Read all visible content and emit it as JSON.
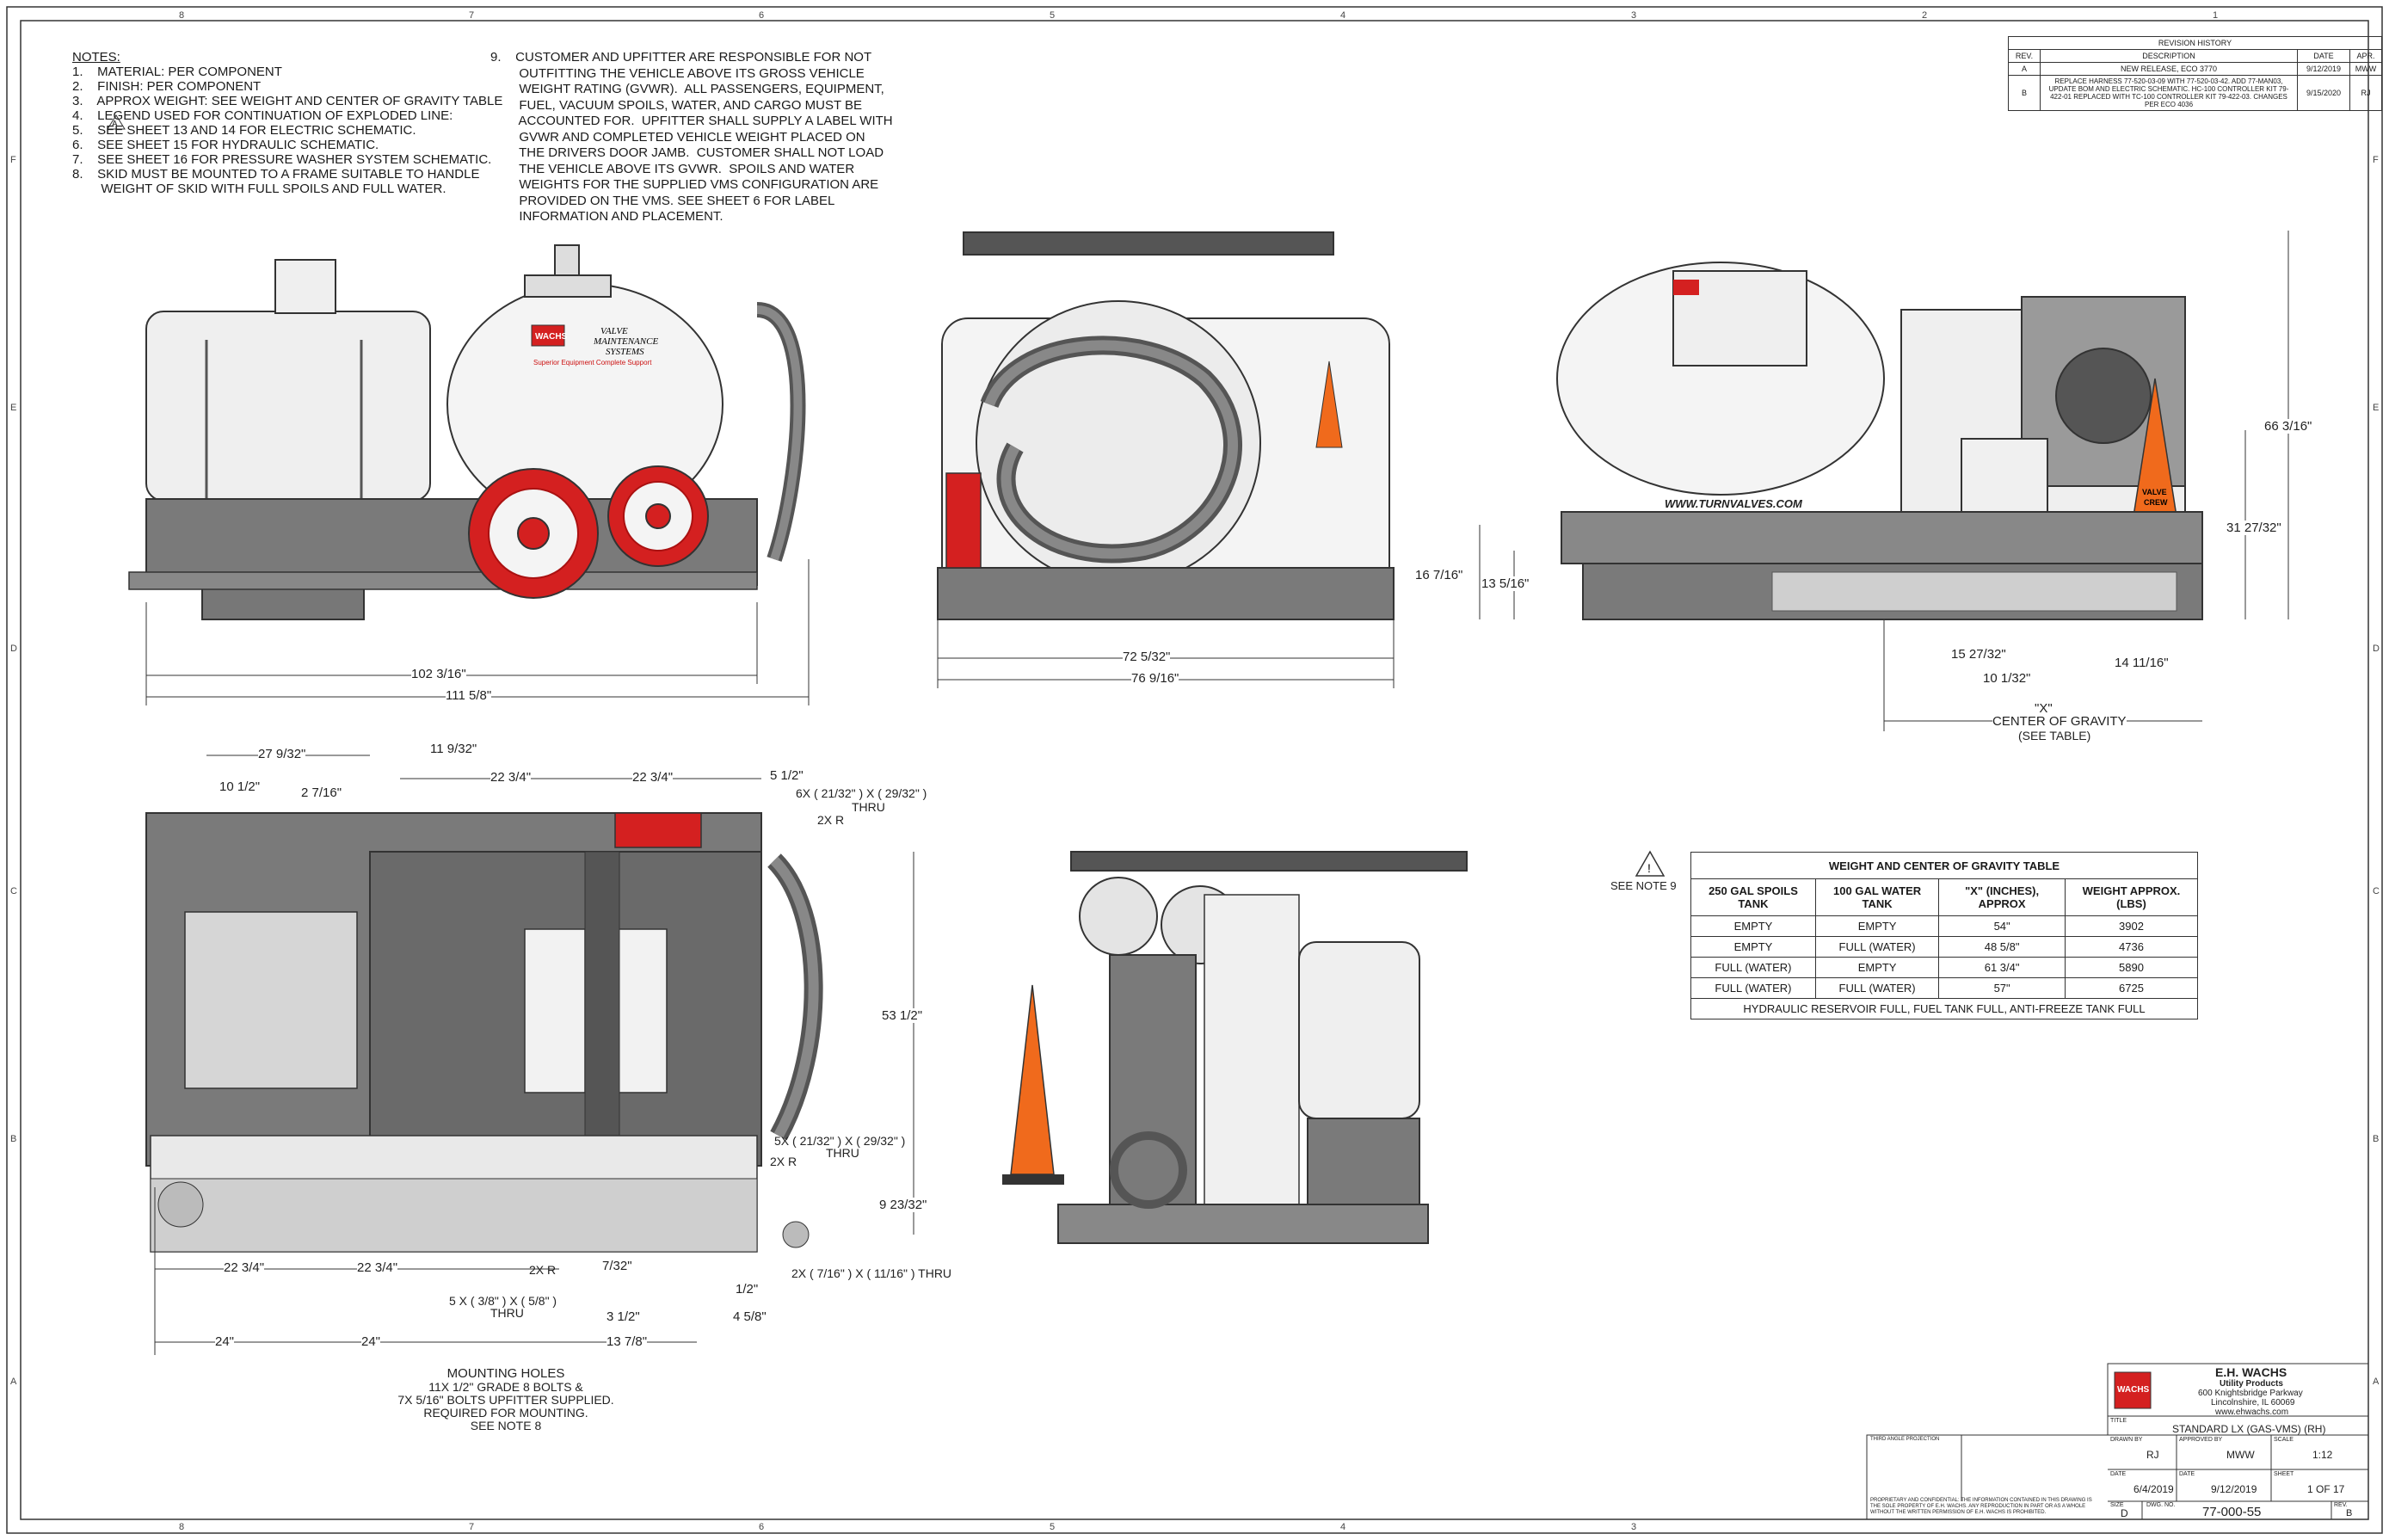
{
  "notes": {
    "heading": "NOTES:",
    "items": [
      "1.    MATERIAL: PER COMPONENT",
      "2.    FINISH: PER COMPONENT",
      "3.    APPROX WEIGHT: SEE WEIGHT AND CENTER OF GRAVITY TABLE",
      "4.    LEGEND USED FOR CONTINUATION OF EXPLODED LINE:",
      "",
      "5.    SEE SHEET 13 AND 14 FOR ELECTRIC SCHEMATIC.",
      "6.    SEE SHEET 15 FOR HYDRAULIC SCHEMATIC.",
      "7.    SEE SHEET 16 FOR PRESSURE WASHER SYSTEM SCHEMATIC.",
      "8.    SKID MUST BE MOUNTED TO A FRAME SUITABLE TO HANDLE",
      "        WEIGHT OF SKID WITH FULL SPOILS AND FULL WATER."
    ],
    "legend_symbol": "A",
    "note9_lines": [
      "9.    CUSTOMER AND UPFITTER ARE RESPONSIBLE FOR NOT",
      "        OUTFITTING THE VEHICLE ABOVE ITS GROSS VEHICLE",
      "        WEIGHT RATING (GVWR).  ALL PASSENGERS, EQUIPMENT,",
      "        FUEL, VACUUM SPOILS, WATER, AND CARGO MUST BE",
      "        ACCOUNTED FOR.  UPFITTER SHALL SUPPLY A LABEL WITH",
      "        GVWR AND COMPLETED VEHICLE WEIGHT PLACED ON",
      "        THE DRIVERS DOOR JAMB.  CUSTOMER SHALL NOT LOAD",
      "        THE VEHICLE ABOVE ITS GVWR.  SPOILS AND WATER",
      "        WEIGHTS FOR THE SUPPLIED VMS CONFIGURATION ARE",
      "        PROVIDED ON THE VMS. SEE SHEET 6 FOR LABEL",
      "        INFORMATION AND PLACEMENT."
    ]
  },
  "revision": {
    "title": "REVISION HISTORY",
    "headers": [
      "REV.",
      "DESCRIPTION",
      "DATE",
      "APR."
    ],
    "rows": [
      [
        "A",
        "NEW RELEASE, ECO 3770",
        "9/12/2019",
        "MWW"
      ],
      [
        "B",
        "REPLACE HARNESS 77-520-03-09 WITH 77-520-03-42. ADD 77-MAN03, UPDATE BOM AND ELECTRIC SCHEMATIC. HC-100 CONTROLLER KIT 79-422-01 REPLACED WITH TC-100 CONTROLLER KIT 79-422-03.  CHANGES PER ECO 4036",
        "9/15/2020",
        "RJ"
      ]
    ]
  },
  "views": {
    "side_left": {
      "logo": "WACHS",
      "brand_lines": [
        "VALVE",
        "MAINTENANCE",
        "SYSTEMS"
      ],
      "tagline": "Superior Equipment  Complete Support",
      "dims": [
        "102 3/16\"",
        "111 5/8\""
      ]
    },
    "rear": {
      "dims": [
        "72 5/32\"",
        "76 9/16\""
      ]
    },
    "side_right": {
      "url": "WWW.TURNVALVES.COM",
      "cone_text": [
        "VALVE",
        "CREW"
      ],
      "dims": [
        "66 3/16\"",
        "31 27/32\"",
        "16 7/16\"",
        "13 5/16\"",
        "15 27/32\"",
        "10 1/32\"",
        "14 11/16\""
      ],
      "x_label": "\"X\"",
      "cog_label": "CENTER OF GRAVITY",
      "cog_sub": "(SEE TABLE)"
    },
    "top": {
      "dims_top": [
        "27 9/32\"",
        "11 9/32\"",
        "22 3/4\"",
        "22 3/4\"",
        "5 1/2\"",
        "10 1/2\"",
        "2 7/16\""
      ],
      "dims_side": [
        "53 1/2\"",
        "9 23/32\""
      ],
      "dims_bottom": [
        "22 3/4\"",
        "22 3/4\"",
        "7/32\"",
        "1/2\"",
        "3 1/2\"",
        "4 5/8\"",
        "24\"",
        "24\"",
        "13 7/8\""
      ],
      "callouts": [
        "6X ( 21/32\" ) X ( 29/32\" )",
        "THRU",
        "2X R",
        "5X ( 21/32\" ) X ( 29/32\" )",
        "2X R",
        "THRU",
        "2X ( 7/16\" ) X ( 11/16\" ) THRU",
        "2X R",
        "5 X ( 3/8\" ) X ( 5/8\" )",
        "THRU"
      ],
      "mounting_lines": [
        "MOUNTING HOLES",
        "11X 1/2\" GRADE 8 BOLTS &",
        "7X 5/16\" BOLTS UPFITTER SUPPLIED.",
        "REQUIRED FOR MOUNTING.",
        "SEE NOTE 8"
      ]
    },
    "see_note": "SEE NOTE 9"
  },
  "cog_table": {
    "title": "WEIGHT AND CENTER OF GRAVITY TABLE",
    "headers": [
      "250 GAL SPOILS TANK",
      "100 GAL WATER TANK",
      "\"X\" (INCHES), APPROX",
      "WEIGHT APPROX. (LBS)"
    ],
    "rows": [
      [
        "EMPTY",
        "EMPTY",
        "54\"",
        "3902"
      ],
      [
        "EMPTY",
        "FULL (WATER)",
        "48 5/8\"",
        "4736"
      ],
      [
        "FULL (WATER)",
        "EMPTY",
        "61 3/4\"",
        "5890"
      ],
      [
        "FULL (WATER)",
        "FULL (WATER)",
        "57\"",
        "6725"
      ]
    ],
    "footer": "HYDRAULIC RESERVOIR FULL, FUEL TANK FULL, ANTI-FREEZE TANK FULL"
  },
  "title_block": {
    "logo": "WACHS",
    "company": "E.H. WACHS",
    "company_sub": "Utility Products",
    "address1": "600 Knightsbridge Parkway",
    "address2": "Lincolnshire, IL 60069",
    "website": "www.ehwachs.com",
    "title_label": "TITLE",
    "title": "STANDARD LX (GAS-VMS) (RH)",
    "drawn_by_label": "DRAWN BY",
    "drawn_by": "RJ",
    "approved_by_label": "APPROVED BY",
    "approved_by": "MWW",
    "scale_label": "SCALE",
    "scale": "1:12",
    "date_label": "DATE",
    "date1": "6/4/2019",
    "date2": "9/12/2019",
    "sheet_label": "SHEET",
    "sheet": "1 OF 17",
    "size_label": "SIZE",
    "size": "D",
    "dwg_label": "DWG. NO.",
    "dwg_no": "77-000-55",
    "rev_label": "REV.",
    "rev": "B",
    "projection": "THIRD ANGLE PROJECTION",
    "proprietary": "PROPRIETARY AND CONFIDENTIAL: THE INFORMATION CONTAINED IN THIS DRAWING IS THE SOLE PROPERTY OF E.H. WACHS. ANY REPRODUCTION IN PART OR AS A WHOLE WITHOUT THE WRITTEN PERMISSION OF E.H. WACHS  IS PROHIBITED."
  },
  "zones": {
    "columns": [
      "8",
      "7",
      "6",
      "5",
      "4",
      "3",
      "2",
      "1"
    ],
    "rows": [
      "F",
      "E",
      "D",
      "C",
      "B",
      "A"
    ]
  },
  "colors": {
    "frame": "#7a7a7a",
    "frame_dark": "#555555",
    "tank": "#efefef",
    "hose_reel": "#d42020",
    "cone": "#f06a1c",
    "line": "#333333"
  }
}
